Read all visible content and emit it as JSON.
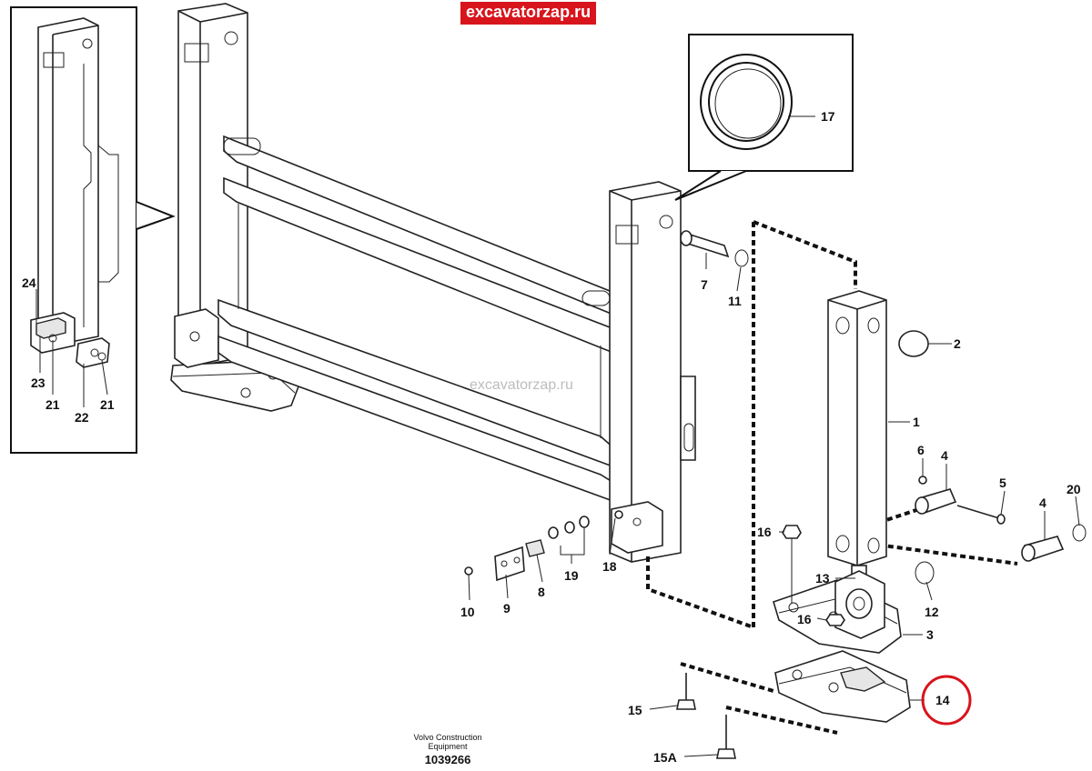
{
  "banner": {
    "site": "excavatorzap.ru"
  },
  "watermark": "excavatorzap.ru",
  "footer": {
    "line1": "Volvo Construction",
    "line2": "Equipment",
    "drawing_number": "1039266"
  },
  "highlight": {
    "color": "#d8141c",
    "part": "14"
  },
  "parts": {
    "p1": "1",
    "p2": "2",
    "p3": "3",
    "p4a": "4",
    "p4b": "4",
    "p5": "5",
    "p6": "6",
    "p7": "7",
    "p8": "8",
    "p9": "9",
    "p10": "10",
    "p11": "11",
    "p12": "12",
    "p13": "13",
    "p14": "14",
    "p15": "15",
    "p15a": "15A",
    "p16a": "16",
    "p16b": "16",
    "p17": "17",
    "p18": "18",
    "p19": "19",
    "p20": "20",
    "p21a": "21",
    "p21b": "21",
    "p22": "22",
    "p23": "23",
    "p24": "24"
  }
}
